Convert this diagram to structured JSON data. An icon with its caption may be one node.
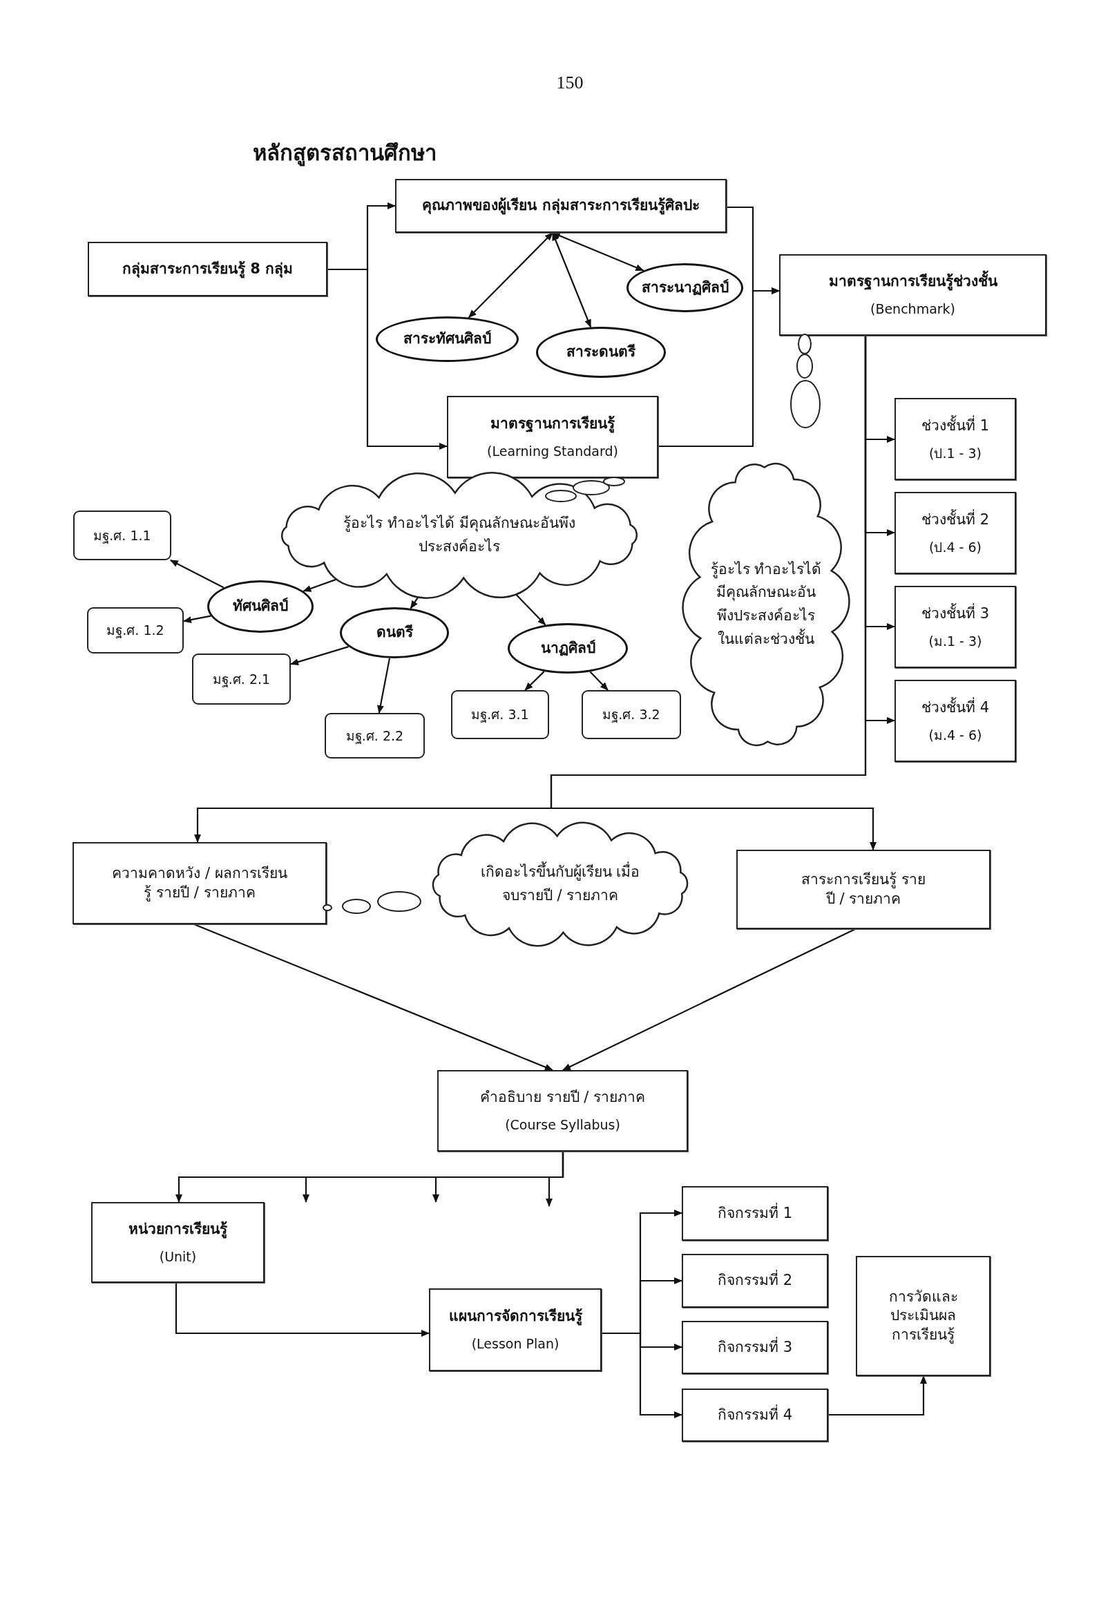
{
  "diagram": {
    "title": "หลักสูตรสถานศึกษา",
    "nodes": [
      {
        "text": [
          "กลุ่มสาระการเรียนรู้ 8 กลุ่ม"
        ]
      },
      {
        "text": [
          "คุณภาพของผู้เรียน กลุ่มสาระการเรียนรู้ศิลปะ"
        ]
      },
      {
        "text": [
          "สาระนาฏศิลป์"
        ]
      },
      {
        "text": [
          "สาระทัศนศิลป์"
        ]
      },
      {
        "text": [
          "สาระดนตรี"
        ]
      },
      {
        "text": [
          "มาตรฐานการเรียนรู้",
          "(Learning Standard)"
        ]
      },
      {
        "text": [
          "มาตรฐานการเรียนรู้ช่วงชั้น",
          "(Benchmark)"
        ]
      },
      {
        "text": [
          "รู้อะไร ทำอะไรได้ มีคุณลักษณะอันพึงประสงค์อะไร"
        ]
      },
      {
        "text": [
          "ทัศนศิลป์"
        ]
      },
      {
        "text": [
          "มฐ.ศ. 1.1"
        ]
      },
      {
        "text": [
          "มฐ.ศ. 1.2"
        ]
      },
      {
        "text": [
          "ดนตรี"
        ]
      },
      {
        "text": [
          "มฐ.ศ. 2.1"
        ]
      },
      {
        "text": [
          "มฐ.ศ. 2.2"
        ]
      },
      {
        "text": [
          "นาฏศิลป์"
        ]
      },
      {
        "text": [
          "มฐ.ศ. 3.1"
        ]
      },
      {
        "text": [
          "มฐ.ศ. 3.2"
        ]
      },
      {
        "text": [
          "รู้อะไร ทำอะไรได้ มีคุณลักษณะอันพึงประสงค์อะไร ในแต่ละช่วงชั้น"
        ]
      },
      {
        "text": [
          "ช่วงชั้นที่ 1",
          "(ป.1 - 3)"
        ]
      },
      {
        "text": [
          "ช่วงชั้นที่ 2",
          "(ป.4 - 6)"
        ]
      },
      {
        "text": [
          "ช่วงชั้นที่ 3",
          "(ม.1 - 3)"
        ]
      },
      {
        "text": [
          "ช่วงชั้นที่ 4",
          "(ม.4 - 6)"
        ]
      },
      {
        "text": [
          "ความคาดหวัง / ผลการเรียนรู้ รายปี / รายภาค"
        ]
      },
      {
        "text": [
          "เกิดอะไรขึ้นกับผู้เรียน เมื่อจบรายปี / รายภาค"
        ]
      },
      {
        "text": [
          "สาระการเรียนรู้ รายปี / รายภาค"
        ]
      },
      {
        "text": [
          "คำอธิบาย รายปี / รายภาค",
          "(Course Syllabus)"
        ]
      },
      {
        "text": [
          "หน่วยการเรียนรู้",
          "(Unit)"
        ]
      },
      {
        "text": [
          "แผนการจัดการเรียนรู้",
          "(Lesson Plan)"
        ]
      },
      {
        "text": [
          "กิจกรรมที่ 1"
        ]
      },
      {
        "text": [
          "กิจกรรมที่ 2"
        ]
      },
      {
        "text": [
          "กิจกรรมที่ 3"
        ]
      },
      {
        "text": [
          "กิจกรรมที่ 4"
        ]
      },
      {
        "text": [
          "การวัดและประเมินผลการเรียนรู้"
        ]
      }
    ],
    "edges": [
      {
        "from": 0,
        "to": 1,
        "arrow": "to"
      },
      {
        "from": 0,
        "to": 5,
        "arrow": "to"
      },
      {
        "from": 1,
        "to": 3,
        "arrow": "both"
      },
      {
        "from": 1,
        "to": 4,
        "arrow": "both"
      },
      {
        "from": 1,
        "to": 2,
        "arrow": "both"
      },
      {
        "from": 1,
        "to": 6,
        "arrow": "to"
      },
      {
        "from": 5,
        "to": 6,
        "arrow": "to"
      },
      {
        "from": 6,
        "to": 18,
        "arrow": "to"
      },
      {
        "from": 6,
        "to": 19,
        "arrow": "to"
      },
      {
        "from": 6,
        "to": 20,
        "arrow": "to"
      },
      {
        "from": 6,
        "to": 21,
        "arrow": "to"
      },
      {
        "from": 6,
        "to": 22,
        "arrow": "to"
      },
      {
        "from": 6,
        "to": 24,
        "arrow": "to"
      },
      {
        "from": 22,
        "to": 25,
        "arrow": "to"
      },
      {
        "from": 24,
        "to": 25,
        "arrow": "to"
      },
      {
        "from": 25,
        "to": 26,
        "arrow": "to"
      },
      {
        "from": 25,
        "to": null,
        "arrow": "to"
      },
      {
        "from": 25,
        "to": null,
        "arrow": "to"
      },
      {
        "from": 25,
        "to": null,
        "arrow": "to"
      },
      {
        "from": 26,
        "to": 27,
        "arrow": "to"
      },
      {
        "from": 27,
        "to": 28,
        "arrow": "to"
      },
      {
        "from": 27,
        "to": 29,
        "arrow": "to"
      },
      {
        "from": 27,
        "to": 30,
        "arrow": "to"
      },
      {
        "from": 27,
        "to": 31,
        "arrow": "to"
      },
      {
        "from": 31,
        "to": 32,
        "arrow": "to"
      },
      {
        "from": 7,
        "to": 8,
        "arrow": "to"
      },
      {
        "from": 7,
        "to": 11,
        "arrow": "to"
      },
      {
        "from": 7,
        "to": 14,
        "arrow": "to"
      },
      {
        "from": 8,
        "to": 9,
        "arrow": "to"
      },
      {
        "from": 8,
        "to": 10,
        "arrow": "to"
      },
      {
        "from": 11,
        "to": 12,
        "arrow": "to"
      },
      {
        "from": 11,
        "to": 13,
        "arrow": "to"
      },
      {
        "from": 14,
        "to": 15,
        "arrow": "to"
      },
      {
        "from": 14,
        "to": 16,
        "arrow": "to"
      }
    ],
    "labels": [
      "150"
    ]
  }
}
